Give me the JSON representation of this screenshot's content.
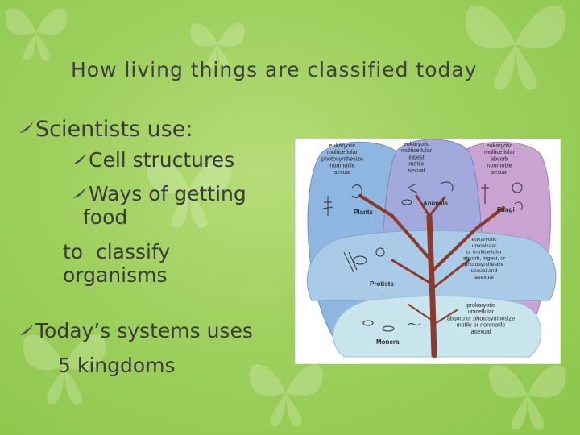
{
  "slide": {
    "title": "How living things are classified today",
    "bullets": {
      "scientists": "Scientists use:",
      "cell": "Cell structures",
      "ways_line1": "Ways of getting",
      "ways_line2": "food",
      "classify_line1": "to  classify",
      "classify_line2": "organisms",
      "today": "Today’s systems uses",
      "kingdoms": "5 kingdoms"
    }
  },
  "diagram": {
    "plants": {
      "label": "Plants",
      "traits": [
        "eukaryotic",
        "multicellular",
        "photosynthesize",
        "nonmotile",
        "sexual"
      ]
    },
    "animals": {
      "label": "Animals",
      "traits": [
        "eukaryotic",
        "multicellular",
        "ingest",
        "motile",
        "sexual"
      ]
    },
    "fungi": {
      "label": "Fungi",
      "traits": [
        "eukaryotic",
        "multicellular",
        "absorb",
        "nonmotile",
        "sexual"
      ]
    },
    "protists": {
      "label": "Protists",
      "traits": [
        "eukaryotic",
        "unicellular",
        "or multicellular",
        "absorb, ingest, or",
        "photosynthesize",
        "sexual and",
        "asexual"
      ]
    },
    "monera": {
      "label": "Monera",
      "traits": [
        "prokaryotic",
        "unicellular",
        "absorb or photosynthesize",
        "motile or nonmotile",
        "asexual"
      ]
    }
  },
  "colors": {
    "background": "#9fd05e",
    "plants": "#8fb6e0",
    "animals": "#a2a9dc",
    "fungi": "#c9a3d2",
    "protists": "#a9cbe8",
    "monera": "#c8e4ec",
    "trunk": "#8a3b2c"
  },
  "icons": {
    "bullet": "feather-icon",
    "background": "butterfly-icon"
  }
}
